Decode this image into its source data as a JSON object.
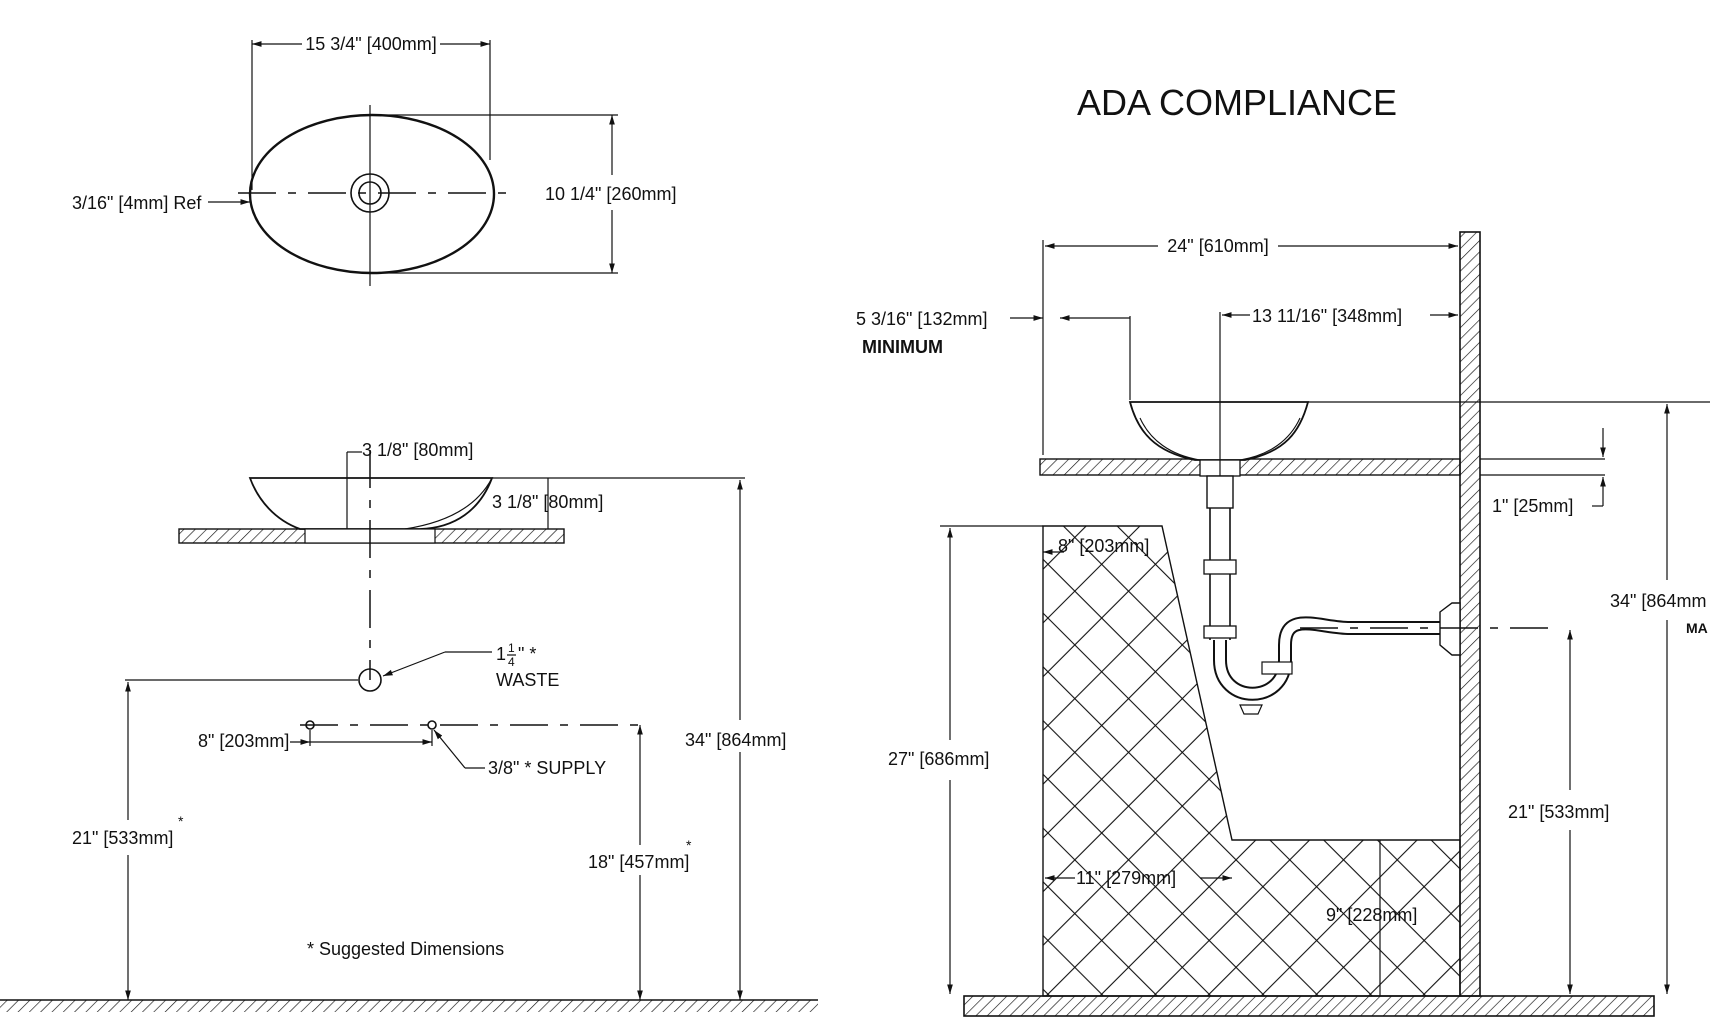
{
  "ada_title": "ADA COMPLIANCE",
  "labels": {
    "width_top": "15 3/4\" [400mm]",
    "depth_top": "10 1/4\" [260mm]",
    "ref_top": "3/16\" [4mm] Ref",
    "height_bowl_a": "3 1/8\" [80mm]",
    "height_bowl_b": "3 1/8\" [80mm]",
    "waste_size": "1",
    "waste_frac_num": "1",
    "waste_frac_den": "4",
    "waste_suffix": "\" *",
    "waste": "WASTE",
    "supply_spacing": "8\" [203mm]",
    "supply": "3/8\" * SUPPLY",
    "height_total_left": "34\" [864mm]",
    "waste_height": "21\" [533mm]",
    "supply_height": "18\" [457mm]",
    "asterisk": "*",
    "suggested": "* Suggested Dimensions",
    "ada_width": "24\" [610mm]",
    "ada_min_offset": "5 3/16\" [132mm]",
    "ada_minimum": "MINIMUM",
    "ada_drain_offset": "13 11/16\" [348mm]",
    "ada_counter": "1\" [25mm]",
    "ada_knee_depth": "8\" [203mm]",
    "ada_knee_height": "27\" [686mm]",
    "ada_max_height": "34\" [864mm",
    "ada_max": "MA",
    "ada_trap_height": "21\" [533mm]",
    "ada_toe_depth": "11\" [279mm]",
    "ada_toe_clear": "9\" [228mm]"
  },
  "colors": {
    "line": "#111111",
    "background": "#ffffff"
  }
}
